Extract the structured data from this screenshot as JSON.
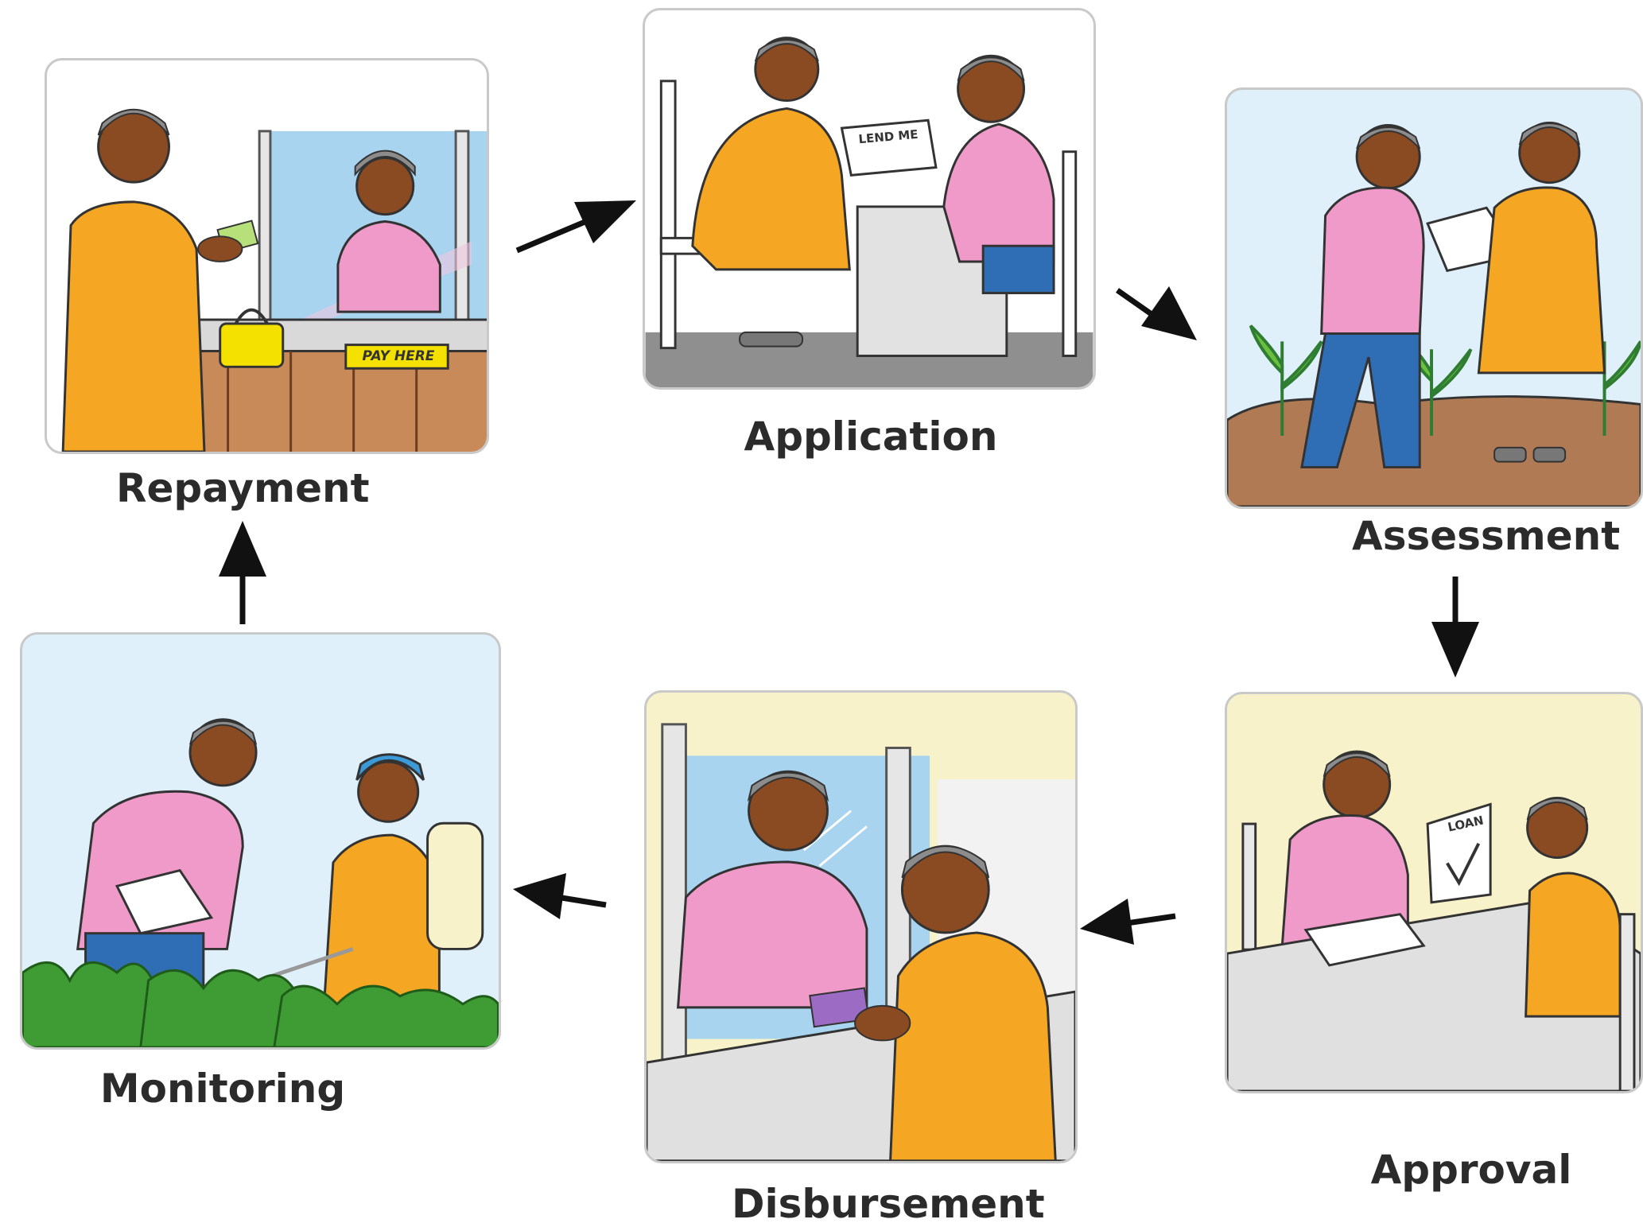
{
  "stages": {
    "repayment": {
      "label": "Repayment",
      "sign_text": "PAY HERE"
    },
    "application": {
      "label": "Application",
      "paper_text": "LEND ME"
    },
    "assessment": {
      "label": "Assessment"
    },
    "approval": {
      "label": "Approval",
      "paper_text": "LOAN"
    },
    "disbursement": {
      "label": "Disbursement"
    },
    "monitoring": {
      "label": "Monitoring"
    }
  },
  "colors": {
    "orange_dress": "#f5a623",
    "pink_shirt": "#ef9ac8",
    "blue_trousers": "#2f6db5",
    "skin": "#8a4a22",
    "hair": "#8c8c8c",
    "arrow": "#111111"
  }
}
